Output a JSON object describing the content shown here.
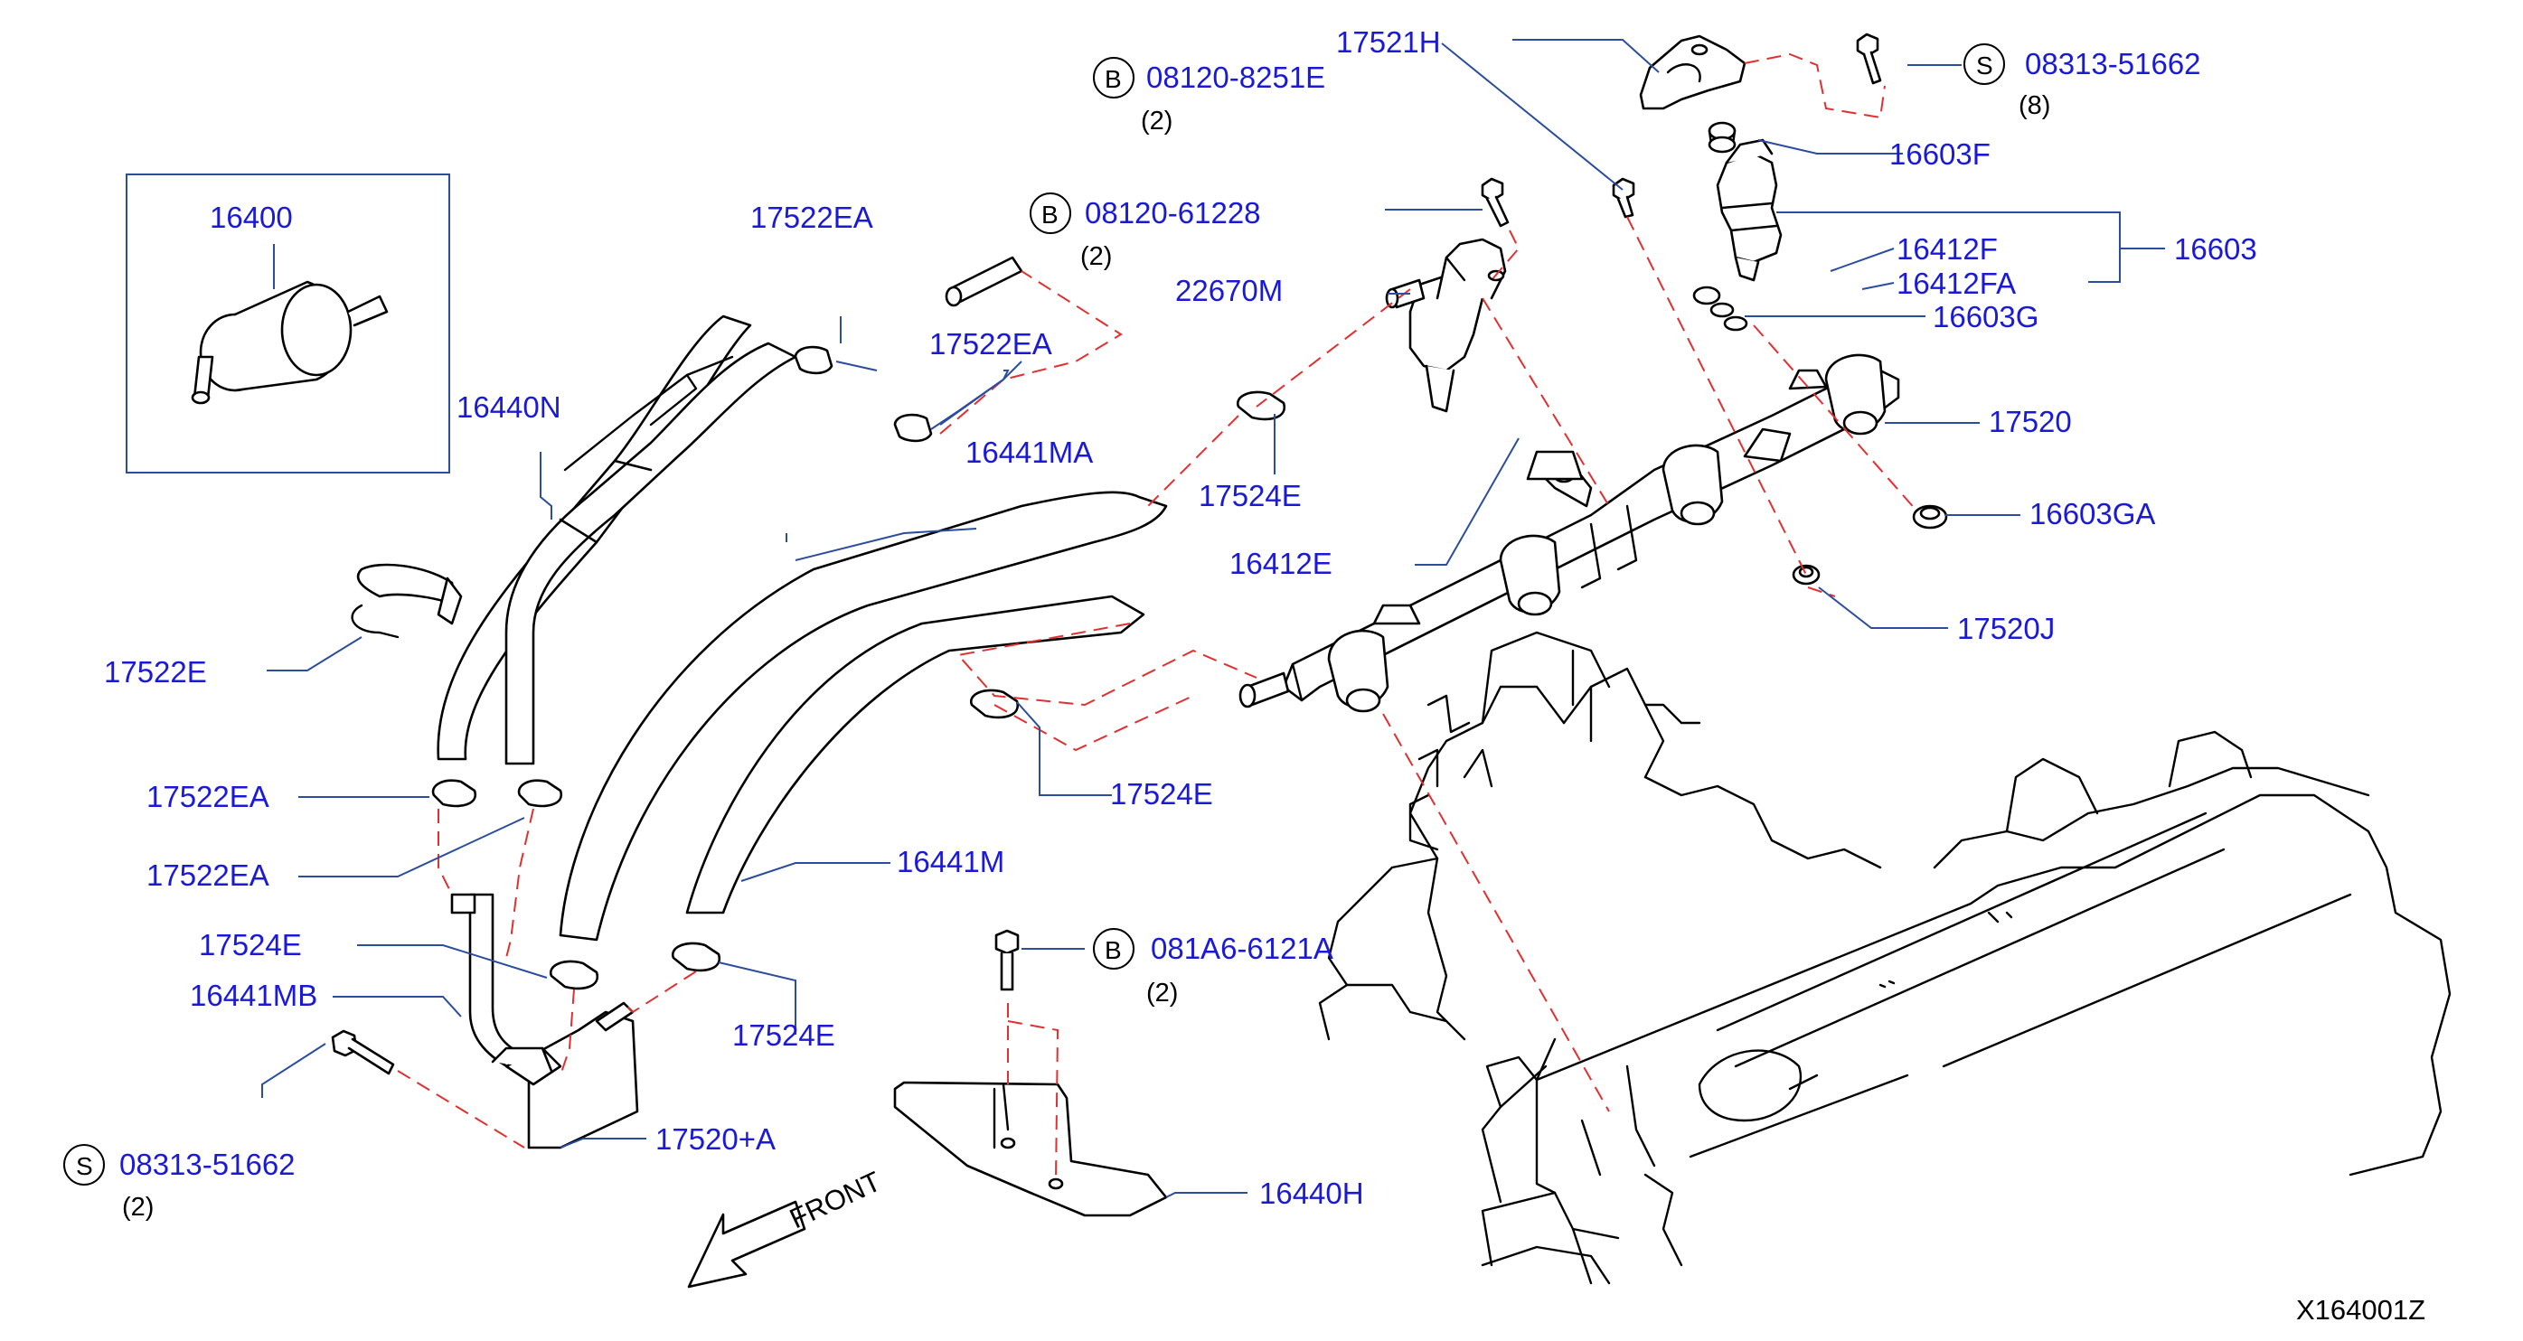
{
  "diagram": {
    "reference_code": "X164001Z",
    "front_label": "FRONT",
    "parts": [
      {
        "id": "16400",
        "label": "16400"
      },
      {
        "id": "16440N",
        "label": "16440N"
      },
      {
        "id": "17522EA_top",
        "label": "17522EA"
      },
      {
        "id": "17522EA_mid",
        "label": "17522EA"
      },
      {
        "id": "17522E",
        "label": "17522E"
      },
      {
        "id": "17522EA_l1",
        "label": "17522EA"
      },
      {
        "id": "17522EA_l2",
        "label": "17522EA"
      },
      {
        "id": "17524E_l",
        "label": "17524E"
      },
      {
        "id": "16441MB",
        "label": "16441MB"
      },
      {
        "id": "16441MA",
        "label": "16441MA"
      },
      {
        "id": "16441M",
        "label": "16441M"
      },
      {
        "id": "17524E_c",
        "label": "17524E"
      },
      {
        "id": "17524E_b",
        "label": "17524E"
      },
      {
        "id": "17524E_t",
        "label": "17524E"
      },
      {
        "id": "17520A",
        "label": "17520+A"
      },
      {
        "id": "16440H",
        "label": "16440H"
      },
      {
        "id": "22670M",
        "label": "22670M"
      },
      {
        "id": "16412E",
        "label": "16412E"
      },
      {
        "id": "17521H",
        "label": "17521H"
      },
      {
        "id": "16603F",
        "label": "16603F"
      },
      {
        "id": "16412F",
        "label": "16412F"
      },
      {
        "id": "16412FA",
        "label": "16412FA"
      },
      {
        "id": "16603",
        "label": "16603"
      },
      {
        "id": "16603G",
        "label": "16603G"
      },
      {
        "id": "17520",
        "label": "17520"
      },
      {
        "id": "16603GA",
        "label": "16603GA"
      },
      {
        "id": "17520J",
        "label": "17520J"
      }
    ],
    "fasteners": [
      {
        "id": "b1",
        "badge": "B",
        "label": "08120-8251E",
        "qty": "(2)"
      },
      {
        "id": "b2",
        "badge": "B",
        "label": "08120-61228",
        "qty": "(2)"
      },
      {
        "id": "b3",
        "badge": "B",
        "label": "081A6-6121A",
        "qty": "(2)"
      },
      {
        "id": "s1",
        "badge": "S",
        "label": "08313-51662",
        "qty": "(8)"
      },
      {
        "id": "s2",
        "badge": "S",
        "label": "08313-51662",
        "qty": "(2)"
      }
    ]
  }
}
